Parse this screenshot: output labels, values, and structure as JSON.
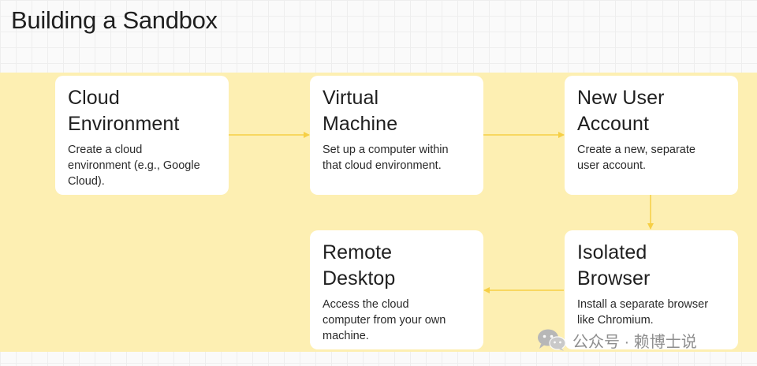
{
  "title": "Building a Sandbox",
  "steps": [
    {
      "id": "cloud-environment",
      "title": "Cloud\nEnvironment",
      "description": "Create a cloud\nenvironment (e.g., Google\nCloud)."
    },
    {
      "id": "virtual-machine",
      "title": "Virtual\nMachine",
      "description": "Set up a computer within\nthat cloud environment."
    },
    {
      "id": "new-user-account",
      "title": "New User\nAccount",
      "description": "Create a new, separate\nuser account."
    },
    {
      "id": "isolated-browser",
      "title": "Isolated\nBrowser",
      "description": "Install a separate browser\nlike Chromium."
    },
    {
      "id": "remote-desktop",
      "title": "Remote\nDesktop",
      "description": "Access the cloud\ncomputer from your own\nmachine."
    }
  ],
  "flow": [
    {
      "from": "cloud-environment",
      "to": "virtual-machine"
    },
    {
      "from": "virtual-machine",
      "to": "new-user-account"
    },
    {
      "from": "new-user-account",
      "to": "isolated-browser"
    },
    {
      "from": "isolated-browser",
      "to": "remote-desktop"
    }
  ],
  "watermark": {
    "text": "公众号 · 赖博士说",
    "icon": "wechat-icon"
  },
  "colors": {
    "band": "#fdefb2",
    "card": "#ffffff",
    "arrow": "#f6cf45",
    "text": "#1f1f1f"
  }
}
